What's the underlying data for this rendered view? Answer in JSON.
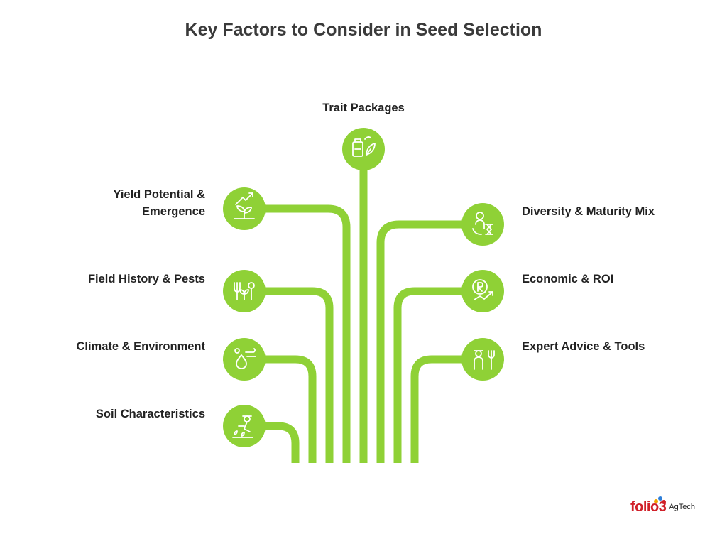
{
  "title": "Key Factors to Consider in Seed Selection",
  "factors": {
    "top": {
      "label": "Trait Packages",
      "icon": "trait-packages-icon"
    },
    "left": [
      {
        "label": "Yield Potential &\nEmergence",
        "icon": "yield-growth-icon"
      },
      {
        "label": "Field History & Pests",
        "icon": "field-pests-icon"
      },
      {
        "label": "Climate & Environment",
        "icon": "climate-icon"
      },
      {
        "label": "Soil Characteristics",
        "icon": "soil-farmer-icon"
      }
    ],
    "right": [
      {
        "label": "Diversity & Maturity Mix",
        "icon": "diversity-icon"
      },
      {
        "label": "Economic & ROI",
        "icon": "economic-roi-icon"
      },
      {
        "label": "Expert Advice & Tools",
        "icon": "expert-advice-icon"
      }
    ]
  },
  "colors": {
    "accent": "#8fd136",
    "accent_dark": "#7ab829",
    "icon_stroke": "#ffffff"
  },
  "logo": {
    "brand": "folio3",
    "sub": "AgTech"
  }
}
